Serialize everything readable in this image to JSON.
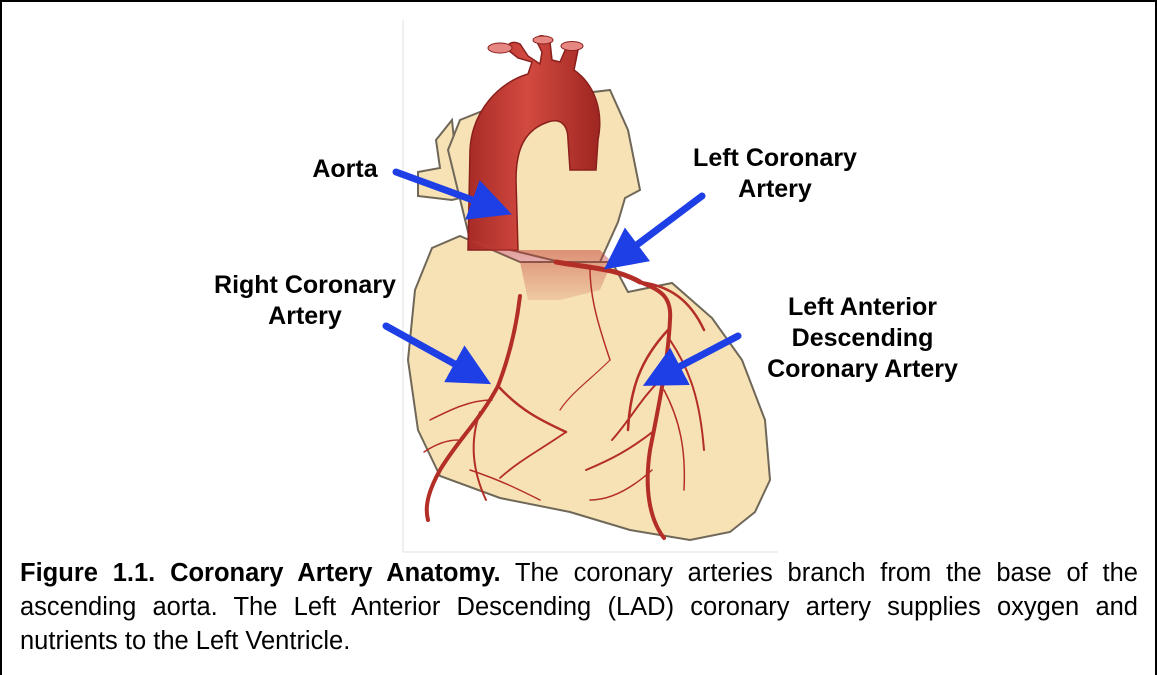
{
  "figure": {
    "labels": {
      "aorta": "Aorta",
      "left_coronary_line1": "Left Coronary",
      "left_coronary_line2": "Artery",
      "right_coronary_line1": "Right Coronary",
      "right_coronary_line2": "Artery",
      "lad_line1": "Left Anterior",
      "lad_line2": "Descending",
      "lad_line3": "Coronary Artery"
    },
    "caption": {
      "title": "Figure 1.1. Coronary Artery Anatomy.",
      "text": " The coronary arteries branch from the base of the ascending aorta. The Left Anterior Descending (LAD) coronary artery supplies oxygen and nutrients to the Left Ventricle."
    },
    "colors": {
      "heart_fill": "#f7e2b5",
      "heart_outline": "#6f6758",
      "aorta": "#c03a35",
      "artery": "#b42e28",
      "arrow": "#1f3fe6"
    }
  }
}
